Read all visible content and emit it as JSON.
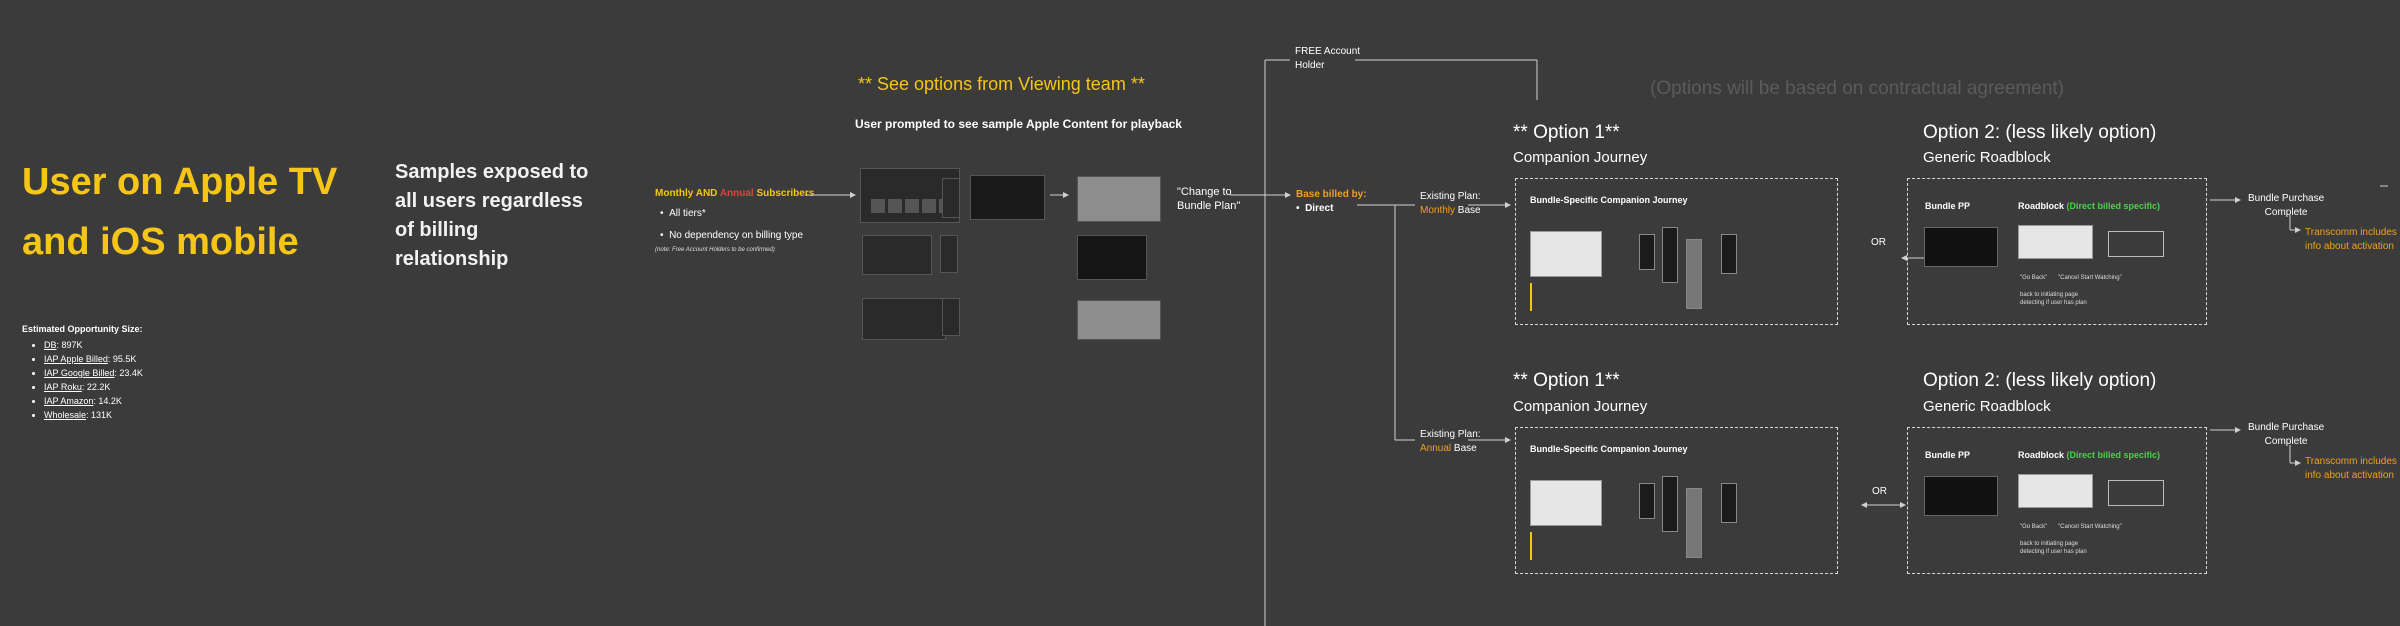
{
  "left": {
    "title_line1": "User on Apple TV",
    "title_line2": "and iOS mobile",
    "samples_lines": [
      "Samples exposed to",
      "all users regardless",
      "of billing",
      "relationship"
    ],
    "opportunity_title": "Estimated Opportunity Size:",
    "opportunity": [
      {
        "label": "DB",
        "value": ": 897K"
      },
      {
        "label": "IAP Apple Billed",
        "value": ": 95.5K"
      },
      {
        "label": "IAP Google Billed",
        "value": ": 23.4K"
      },
      {
        "label": "IAP Roku",
        "value": ": 22.2K"
      },
      {
        "label": "IAP Amazon",
        "value": ": 14.2K"
      },
      {
        "label": "Wholesale",
        "value": ": 131K"
      }
    ]
  },
  "viewing": {
    "header": "** See options from Viewing team **",
    "subheader": "User prompted to see sample Apple Content for playback",
    "subs_prefix": "Monthly AND ",
    "subs_annual": "Annual",
    "subs_suffix": " Subscribers",
    "bullet1": "All tiers*",
    "bullet2": "No dependency on billing type",
    "note": "(note: Free Account Holders to be confirmed)",
    "change_to_plan_line1": "\"Change to",
    "change_to_plan_line2": "Bundle Plan\""
  },
  "free_account": {
    "line1": "FREE Account",
    "line2": "Holder"
  },
  "contract_note": "(Options will be based on contractual agreement)",
  "base_billed": {
    "label": "Base billed by:",
    "bullet": "Direct"
  },
  "existing_monthly": {
    "line1": "Existing Plan:",
    "highlight": "Monthly",
    "suffix": " Base"
  },
  "existing_annual": {
    "line1": "Existing Plan:",
    "highlight": "Annual",
    "suffix": " Base"
  },
  "option1": {
    "title": "** Option 1**",
    "subtitle": "Companion Journey",
    "box_title": "Bundle-Specific Companion Journey"
  },
  "option2": {
    "title": "Option 2:  (less likely option)",
    "subtitle": "Generic Roadblock",
    "bundle_pp": "Bundle PP",
    "roadblock": "Roadblock",
    "roadblock_note": "(Direct billed specific)",
    "go_back": "\"Go Back\"",
    "cancel_start": "\"Cancel Start Watching\"",
    "back_note_line1": "back to initiating page",
    "back_note_line2": "detecting if user has plan"
  },
  "or_label": "OR",
  "bundle_complete": {
    "line1": "Bundle Purchase",
    "line2": "Complete"
  },
  "transcomm": {
    "line1": "Transcomm includes",
    "line2": "info about activation"
  }
}
